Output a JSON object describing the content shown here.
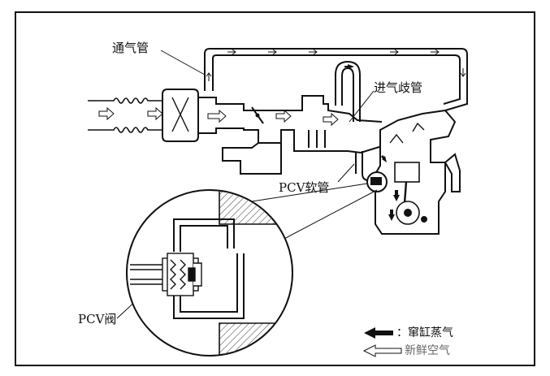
{
  "labels": {
    "vent_pipe": "通气管",
    "intake_manifold": "进气歧管",
    "pcv_hose": "PCV软管",
    "pcv_valve": "PCV阀"
  },
  "legend": {
    "blowby": "窜缸蒸气",
    "fresh_air": "新鲜空气"
  },
  "colors": {
    "line": "#111111",
    "hatch": "#555555",
    "background": "#ffffff"
  }
}
